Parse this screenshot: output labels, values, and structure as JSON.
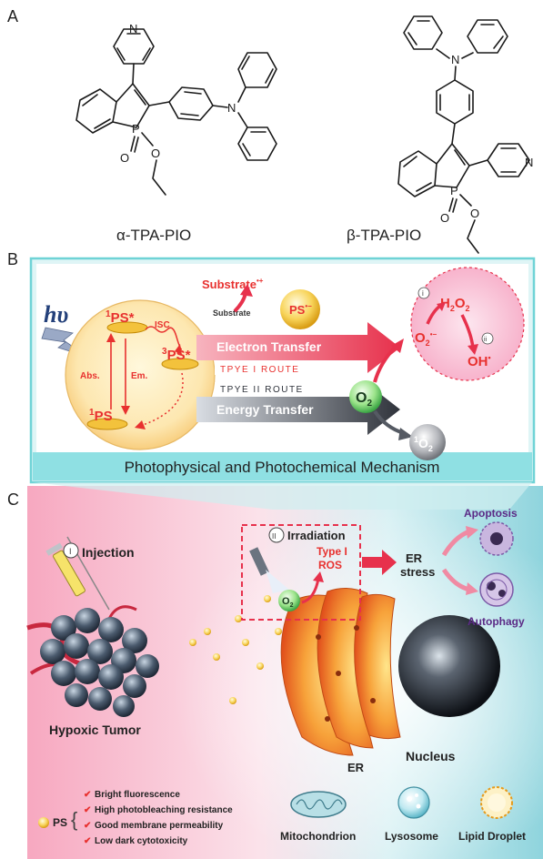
{
  "panels": {
    "a": "A",
    "b": "B",
    "c": "C"
  },
  "molecules": {
    "alpha": "α-TPA-PIO",
    "beta": "β-TPA-PIO",
    "atoms": {
      "n": "N",
      "p": "P",
      "o": "O"
    }
  },
  "mechanism": {
    "hv": "hυ",
    "ps1_excited": "PS*",
    "ps1_excited_sup": "1",
    "ps3_excited": "PS*",
    "ps3_excited_sup": "3",
    "ps1_ground": "PS",
    "ps1_ground_sup": "1",
    "isc": "ISC",
    "abs": "Abs.",
    "em": "Em.",
    "substrate_cation": "Substrate",
    "substrate_cation_sup": "•+",
    "substrate": "Substrate",
    "ps_anion": "PS",
    "ps_anion_sup": "•−",
    "electron_transfer": "Electron Transfer",
    "type1_route": "TPYE I ROUTE",
    "type2_route": "TPYE II ROUTE",
    "energy_transfer": "Energy Transfer",
    "o2": "O",
    "o2_sub": "2",
    "singlet_o2": "O",
    "singlet_o2_sup": "1",
    "singlet_o2_sub": "2",
    "h2o2": "H",
    "h2o2_sub1": "2",
    "h2o2_o": "O",
    "h2o2_sub2": "2",
    "superoxide": "O",
    "superoxide_sub": "2",
    "superoxide_sup": "•−",
    "hydroxyl": "OH",
    "hydroxyl_sup": "•",
    "step_i": "i",
    "step_ii": "ii",
    "caption": "Photophysical and Photochemical Mechanism"
  },
  "scheme": {
    "injection_num": "I",
    "injection": "Injection",
    "irradiation_num": "II",
    "irradiation": "Irradiation",
    "type1_ros_line1": "Type I",
    "type1_ros_line2": "ROS",
    "o2": "O",
    "o2_sub": "2",
    "er_stress_line1": "ER",
    "er_stress_line2": "stress",
    "apoptosis": "Apoptosis",
    "autophagy": "Autophagy",
    "hypoxic_tumor": "Hypoxic Tumor",
    "er": "ER",
    "nucleus": "Nucleus",
    "ps_label": "PS",
    "features": [
      "Bright fluorescence",
      "High photobleaching resistance",
      "Good membrane permeability",
      "Low dark cytotoxicity"
    ],
    "mitochondrion": "Mitochondrion",
    "lysosome": "Lysosome",
    "lipid_droplet": "Lipid Droplet"
  },
  "colors": {
    "red_label": "#e8312f",
    "purple_label": "#5b2a86",
    "cyan_panel": "#6fd3d6",
    "electron_arrow": "#e7314c",
    "energy_arrow": "#3b3f47"
  }
}
